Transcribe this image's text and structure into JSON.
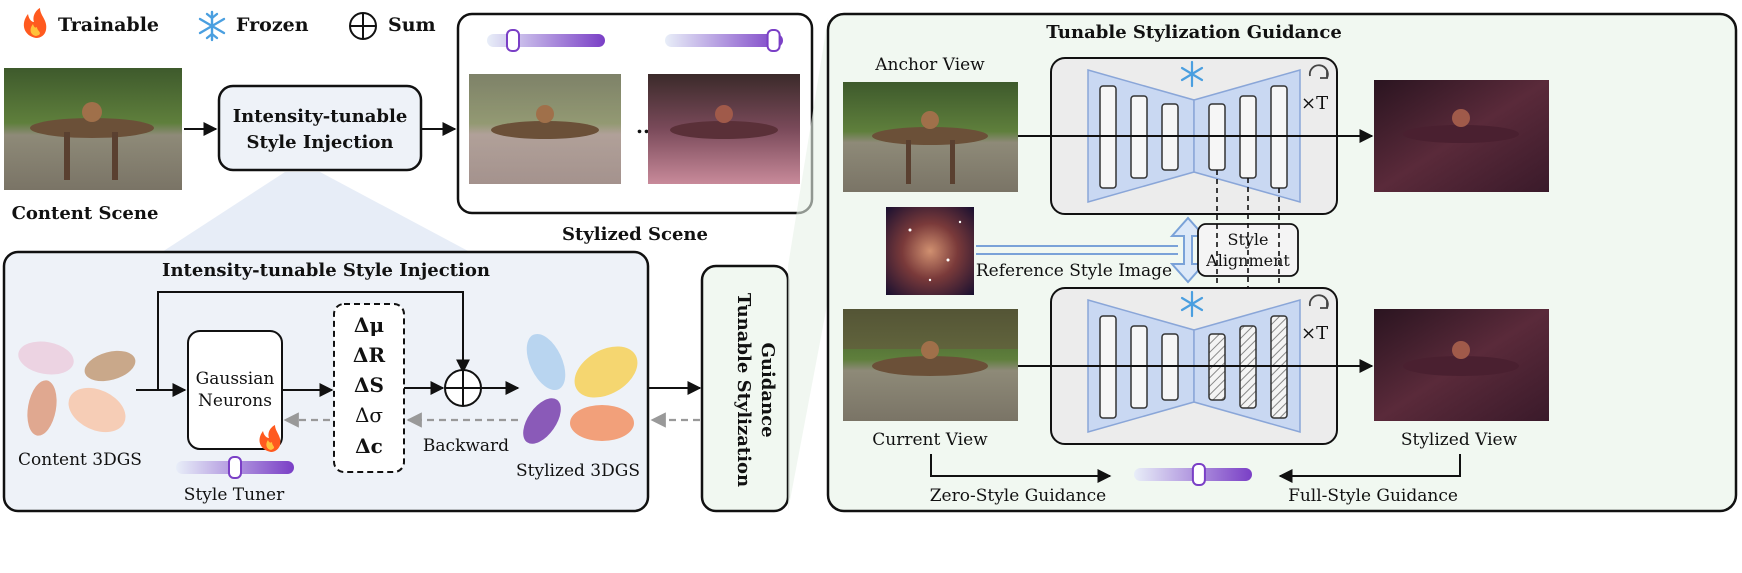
{
  "legend": {
    "trainable": "Trainable",
    "frozen": "Frozen",
    "sum": "Sum"
  },
  "overview": {
    "content_scene": "Content Scene",
    "injection_line1": "Intensity-tunable",
    "injection_line2": "Style Injection",
    "stylized_scene": "Stylized Scene",
    "ellipsis": "...",
    "sliders": [
      0.22,
      0.92
    ]
  },
  "injection_panel": {
    "title": "Intensity-tunable Style Injection",
    "content_3dgs": "Content 3DGS",
    "neurons_line1": "Gaussian",
    "neurons_line2": "Neurons",
    "deltas": [
      "Δμ",
      "ΔR",
      "ΔS",
      "Δσ",
      "Δc"
    ],
    "stylized_3dgs": "Stylized 3DGS",
    "backward": "Backward",
    "style_tuner": "Style Tuner",
    "tuner_level": 0.5
  },
  "guidance_box": {
    "line1": "Tunable Stylization",
    "line2": "Guidance"
  },
  "guidance_panel": {
    "title": "Tunable Stylization Guidance",
    "anchor_view": "Anchor View",
    "reference_style": "Reference Style Image",
    "alignment_line1": "Style",
    "alignment_line2": "Alignment",
    "current_view": "Current View",
    "stylized_view": "Stylized View",
    "times_t": "×T",
    "zero_style": "Zero-Style Guidance",
    "full_style": "Full-Style Guidance",
    "guidance_level": 0.55
  },
  "colors": {
    "panel_fill": "#eef2f8",
    "guidance_fill": "#f1f8f1",
    "unet_fill": "#c9d8f2",
    "slider_purple": "#7a3fc6",
    "flame": "#ff5a1f",
    "snowflake": "#4a9fe0"
  }
}
